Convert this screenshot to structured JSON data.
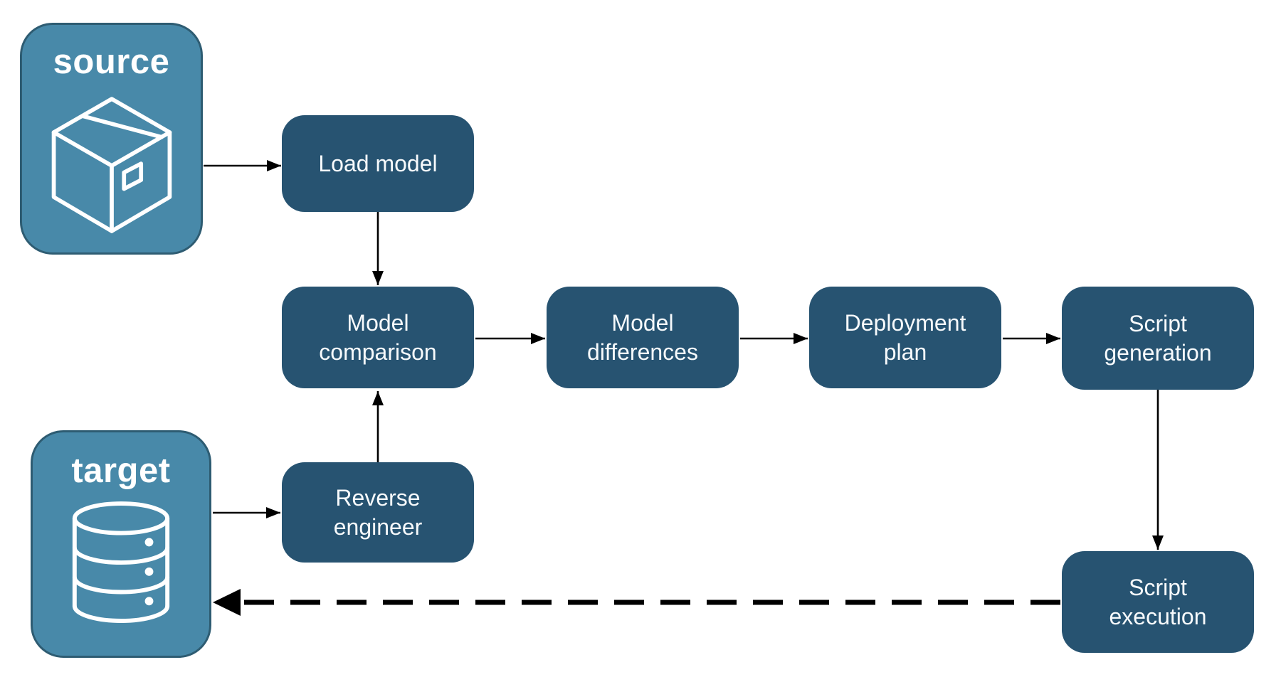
{
  "diagram": {
    "title": "schema compare workflow",
    "background": "#ffffff",
    "colors": {
      "process_fill": "#275371",
      "endpoint_fill": "#4889A9",
      "endpoint_border": "#2E5C72",
      "arrow": "#000000",
      "text": "#ffffff"
    },
    "nodes": {
      "source": {
        "label": "source",
        "icon": "package-icon"
      },
      "target": {
        "label": "target",
        "icon": "database-icon"
      },
      "load_model": {
        "label": "Load model"
      },
      "model_comparison": {
        "label": "Model comparison"
      },
      "model_differences": {
        "label": "Model differences"
      },
      "deployment_plan": {
        "label": "Deployment plan"
      },
      "script_generation": {
        "label": "Script generation"
      },
      "reverse_engineer": {
        "label": "Reverse engineer"
      },
      "script_execution": {
        "label": "Script execution"
      }
    },
    "edges": [
      {
        "from": "source",
        "to": "load_model",
        "style": "solid"
      },
      {
        "from": "load_model",
        "to": "model_comparison",
        "style": "solid"
      },
      {
        "from": "model_comparison",
        "to": "model_differences",
        "style": "solid"
      },
      {
        "from": "model_differences",
        "to": "deployment_plan",
        "style": "solid"
      },
      {
        "from": "deployment_plan",
        "to": "script_generation",
        "style": "solid"
      },
      {
        "from": "script_generation",
        "to": "script_execution",
        "style": "solid"
      },
      {
        "from": "target",
        "to": "reverse_engineer",
        "style": "solid"
      },
      {
        "from": "reverse_engineer",
        "to": "model_comparison",
        "style": "solid"
      },
      {
        "from": "script_execution",
        "to": "target",
        "style": "dashed"
      }
    ]
  }
}
